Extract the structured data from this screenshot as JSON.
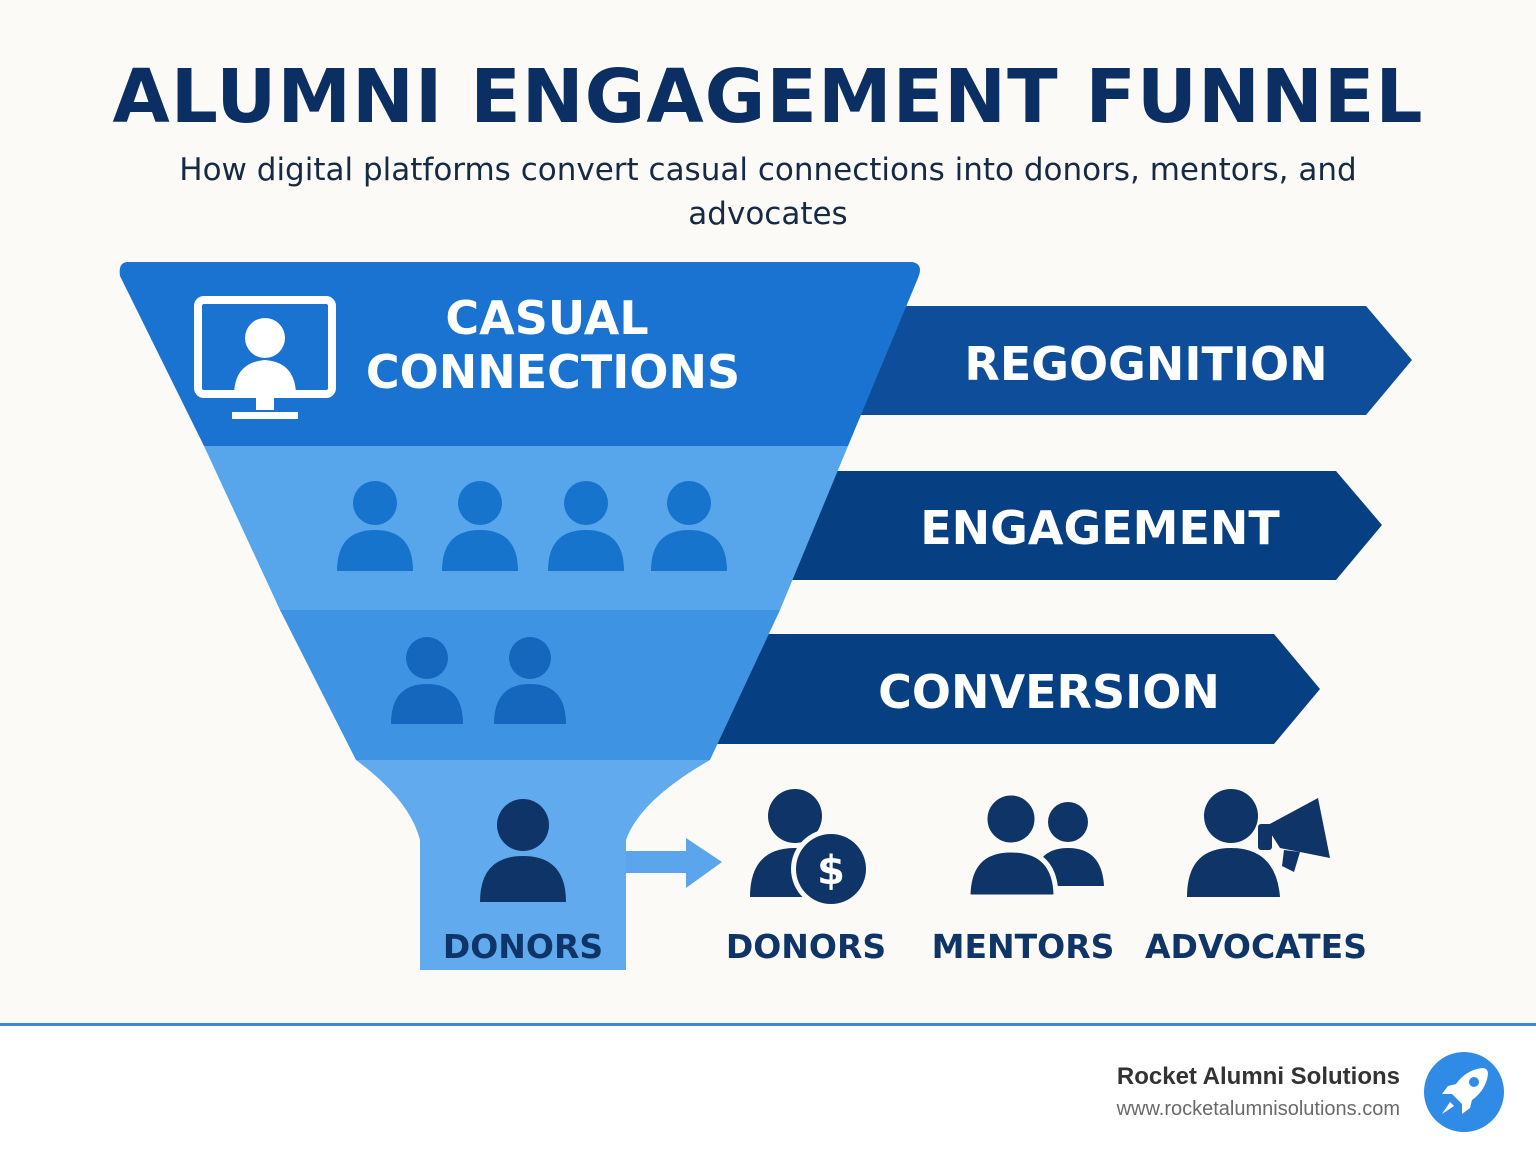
{
  "title": "ALUMNI ENGAGEMENT FUNNEL",
  "subtitle": "How digital platforms convert casual connections into donors, mentors, and advocates",
  "funnel": {
    "top_stage_lines": [
      "CASUAL",
      "CONNECTIONS"
    ],
    "spout_label": "DONORS"
  },
  "stages": [
    "REGOGNITION",
    "ENGAGEMENT",
    "CONVERSION"
  ],
  "outcomes": [
    "DONORS",
    "MENTORS",
    "ADVOCATES"
  ],
  "icons": {
    "top": "computer-user-icon",
    "second_band": "people-group-icon",
    "third_band": "people-pair-icon",
    "spout": "person-icon",
    "donors": "person-dollar-icon",
    "mentors": "two-people-icon",
    "advocates": "person-megaphone-icon",
    "arrow": "right-arrow-icon",
    "logo": "rocket-icon"
  },
  "colors": {
    "title": "#0b2f63",
    "funnel_top": "#1a73d0",
    "funnel_band2": "#57a6ec",
    "funnel_band3": "#3f93e3",
    "funnel_spout": "#60aaed",
    "banner": "#0d4d99",
    "banner_dark": "#073f83",
    "icon_dark": "#0f3468",
    "icon_mid": "#1774cc",
    "accent_line": "#3d86e0"
  },
  "footer": {
    "brand": "Rocket Alumni Solutions",
    "url": "www.rocketalumnisolutions.com"
  }
}
